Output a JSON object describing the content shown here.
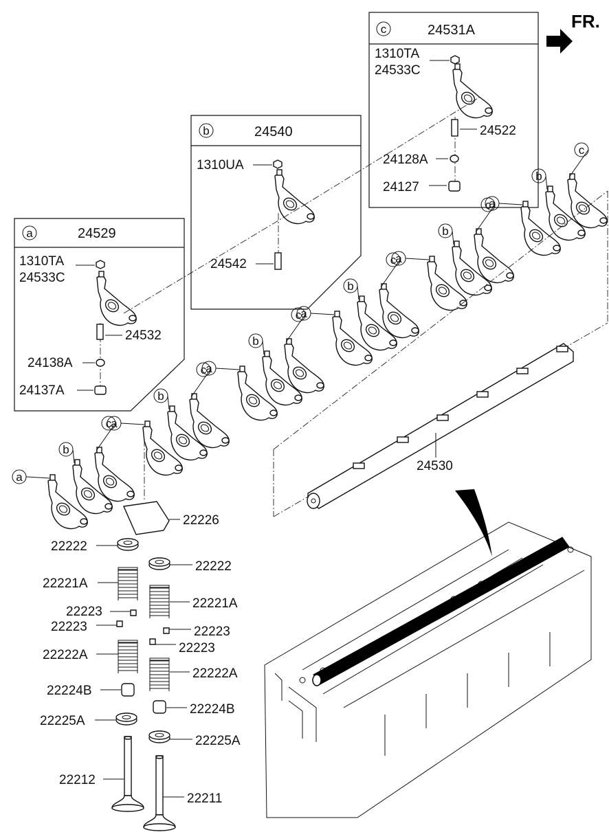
{
  "orientation": {
    "text": "FR."
  },
  "kits": {
    "a": {
      "letter": "a",
      "number": "24529",
      "nut": "1310TA",
      "arm": "24533C",
      "screw": "24532",
      "ring": "24138A",
      "pad": "24137A"
    },
    "b": {
      "letter": "b",
      "number": "24540",
      "nut": "1310UA",
      "screw": "24542"
    },
    "c": {
      "letter": "c",
      "number": "24531A",
      "nut": "1310TA",
      "arm": "24533C",
      "screw": "24522",
      "ring": "24128A",
      "pad": "24127"
    }
  },
  "rocker_letters": [
    "a",
    "b",
    "c",
    "a",
    "b",
    "c",
    "a",
    "b",
    "c",
    "a",
    "b",
    "c",
    "a",
    "b",
    "c",
    "a",
    "b",
    "c"
  ],
  "parts": {
    "shaft": "24530",
    "bridge": "22226",
    "seat_left": "22222",
    "seat_right": "22222",
    "spring_outer_left": "22221A",
    "spring_outer_right": "22221A",
    "key_1": "22223",
    "key_2": "22223",
    "key_3": "22223",
    "key_4": "22223",
    "spring_inner_left": "22222A",
    "spring_inner_right": "22222A",
    "seal_left": "22224B",
    "seal_right": "22224B",
    "retainer_left": "22225A",
    "retainer_right": "22225A",
    "valve_left": "22212",
    "valve_right": "22211"
  }
}
